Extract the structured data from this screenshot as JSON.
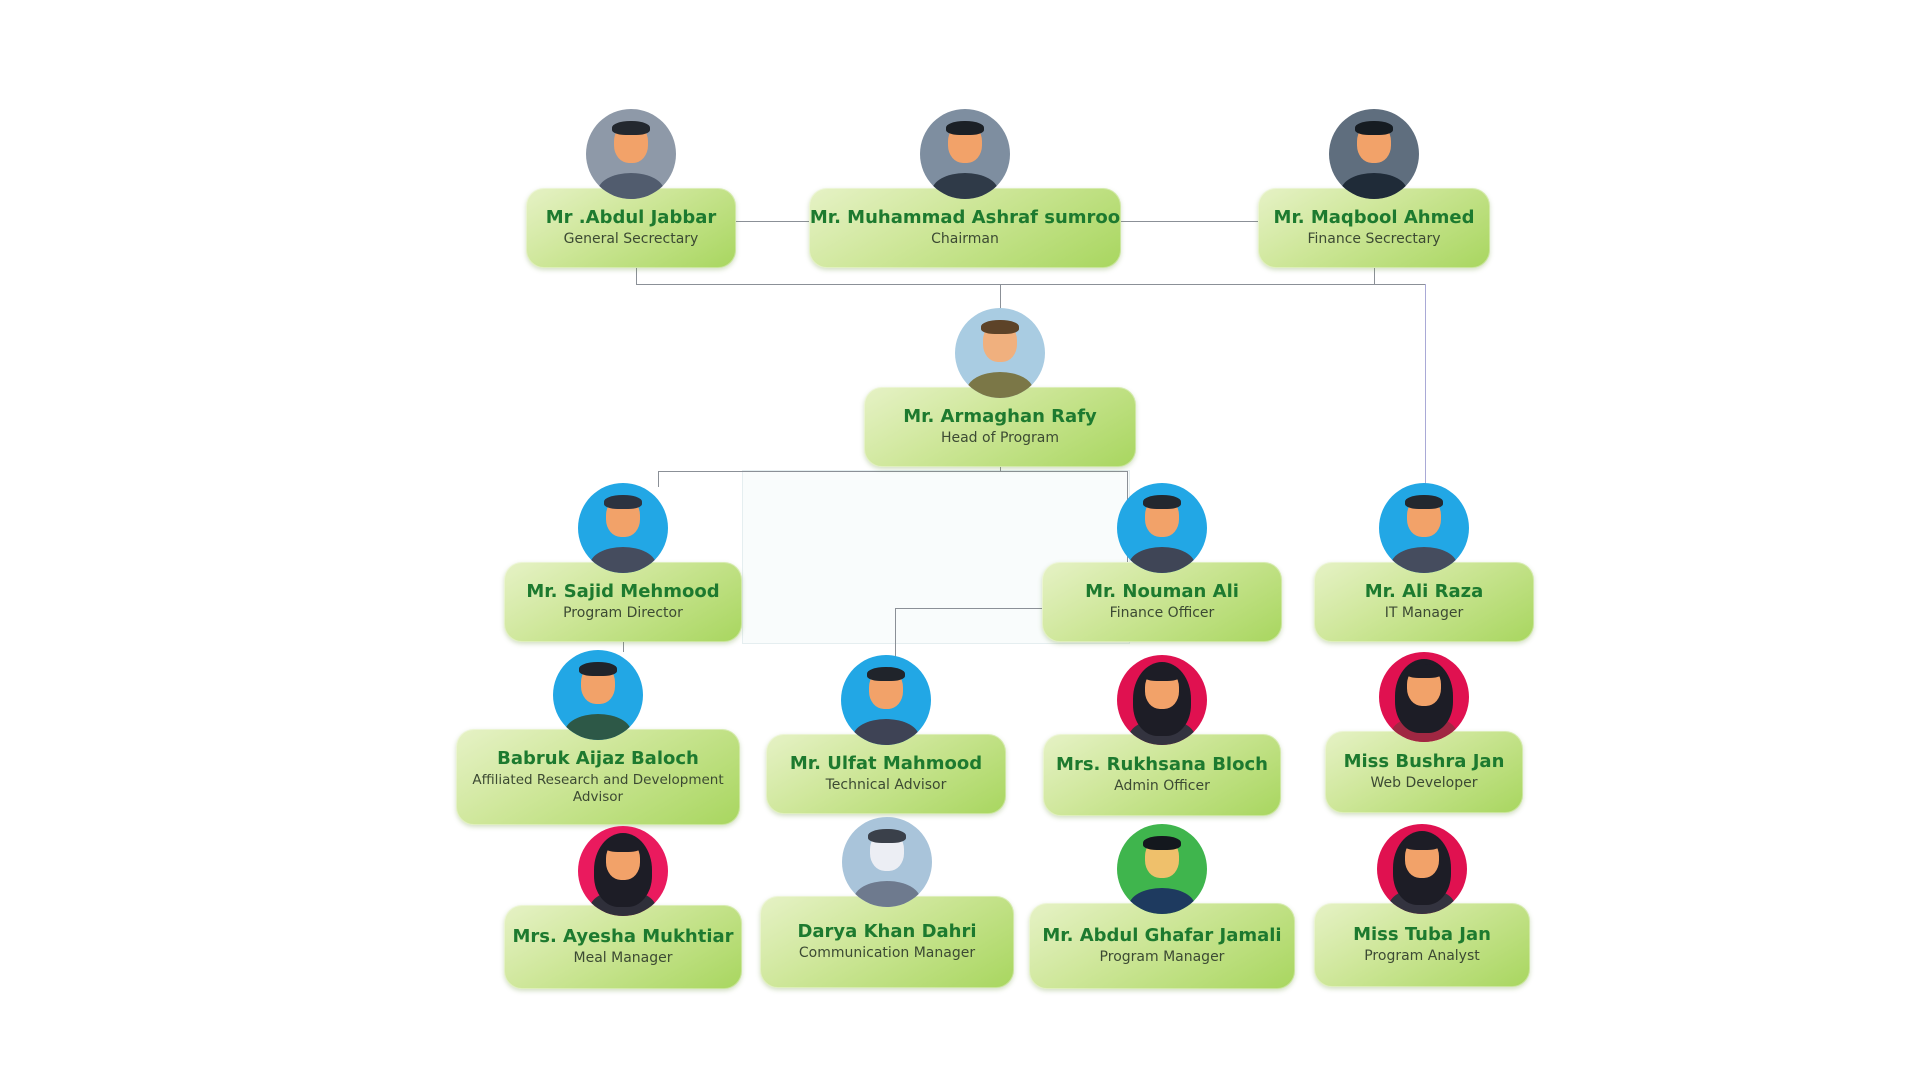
{
  "page": {
    "background": "#ffffff"
  },
  "colors": {
    "card_gradient_start": "#e6f2c6",
    "card_gradient_end": "#a8d65f",
    "name_text": "#1d7a2f",
    "role_text": "#3c4a33",
    "connector": "#8b9097",
    "connector_right_branch": "#a9a9d6"
  },
  "nodes": [
    {
      "id": "abdul-jabbar",
      "name": "Mr .Abdul Jabbar",
      "title": "General Secrectary",
      "level": 1,
      "avatar": {
        "type": "male",
        "bg": "#8e99a8",
        "skin": "#f2a269",
        "hair": "#23282f",
        "shirt": "#515c6e"
      }
    },
    {
      "id": "muhammad-ashraf-sumroo",
      "name": "Mr. Muhammad Ashraf sumroo",
      "title": "Chairman",
      "level": 1,
      "avatar": {
        "type": "male",
        "bg": "#7e8ea0",
        "skin": "#f2a269",
        "hair": "#1b2026",
        "shirt": "#2f3a48"
      }
    },
    {
      "id": "maqbool-ahmed",
      "name": "Mr. Maqbool Ahmed",
      "title": "Finance Secrectary",
      "level": 1,
      "avatar": {
        "type": "male",
        "bg": "#5f6e7e",
        "skin": "#f2a269",
        "hair": "#161c22",
        "shirt": "#1f2b38"
      }
    },
    {
      "id": "armaghan-rafy",
      "name": "Mr. Armaghan Rafy",
      "title": "Head of Program",
      "level": 2,
      "avatar": {
        "type": "male",
        "bg": "#a9cce2",
        "skin": "#f0b07e",
        "hair": "#5d4328",
        "shirt": "#7b7747"
      }
    },
    {
      "id": "sajid-mehmood",
      "name": "Mr. Sajid Mehmood",
      "title": "Program Director",
      "level": 3,
      "avatar": {
        "type": "male",
        "bg": "#22a7e5",
        "skin": "#f2a269",
        "hair": "#2c3340",
        "shirt": "#454c5e"
      }
    },
    {
      "id": "nouman-ali",
      "name": "Mr. Nouman Ali",
      "title": "Finance Officer",
      "level": 3,
      "avatar": {
        "type": "male",
        "bg": "#22a7e5",
        "skin": "#f2a269",
        "hair": "#23282f",
        "shirt": "#3f4556"
      }
    },
    {
      "id": "ali-raza",
      "name": "Mr. Ali Raza",
      "title": "IT Manager",
      "level": 3,
      "avatar": {
        "type": "male",
        "bg": "#22a7e5",
        "skin": "#f2a269",
        "hair": "#23282f",
        "shirt": "#454c5e"
      }
    },
    {
      "id": "babruk-aijaz-baloch",
      "name": "Babruk Aijaz Baloch",
      "title": "Affiliated Research and Development Advisor",
      "level": 4,
      "avatar": {
        "type": "male",
        "bg": "#22a7e5",
        "skin": "#f2a269",
        "hair": "#20242b",
        "shirt": "#2d5847"
      }
    },
    {
      "id": "ulfat-mahmood",
      "name": "Mr. Ulfat Mahmood",
      "title": "Technical Advisor",
      "level": 4,
      "avatar": {
        "type": "male",
        "bg": "#22a7e5",
        "skin": "#f2a269",
        "hair": "#20242b",
        "shirt": "#3e4355"
      }
    },
    {
      "id": "rukhsana-bloch",
      "name": "Mrs. Rukhsana Bloch",
      "title": "Admin Officer",
      "level": 4,
      "avatar": {
        "type": "female",
        "bg": "#e01150",
        "skin": "#f2a269",
        "hair": "#1d1d26",
        "shirt": "#33333f"
      }
    },
    {
      "id": "bushra-jan",
      "name": "Miss Bushra Jan",
      "title": "Web Developer",
      "level": 4,
      "avatar": {
        "type": "female",
        "bg": "#e01150",
        "skin": "#f2a269",
        "hair": "#1d1d26",
        "shirt": "#a02742"
      }
    },
    {
      "id": "ayesha-mukhtiar",
      "name": "Mrs. Ayesha Mukhtiar",
      "title": "Meal Manager",
      "level": 5,
      "avatar": {
        "type": "female",
        "bg": "#ea1a5e",
        "skin": "#f2a269",
        "hair": "#1d1d26",
        "shirt": "#2f2f3a"
      }
    },
    {
      "id": "darya-khan-dahri",
      "name": "Darya Khan Dahri",
      "title": "Communication Manager",
      "level": 5,
      "avatar": {
        "type": "male",
        "bg": "#a9c4da",
        "skin": "#eceef4",
        "hair": "#3a404a",
        "shirt": "#6e7a8e"
      }
    },
    {
      "id": "abdul-ghafar-jamali",
      "name": "Mr. Abdul Ghafar Jamali",
      "title": "Program Manager",
      "level": 5,
      "avatar": {
        "type": "male",
        "bg": "#3fb54d",
        "skin": "#efc06b",
        "hair": "#14181e",
        "shirt": "#1e3a5f"
      }
    },
    {
      "id": "tuba-jan",
      "name": "Miss Tuba Jan",
      "title": "Program Analyst",
      "level": 5,
      "avatar": {
        "type": "female",
        "bg": "#e01150",
        "skin": "#f2a269",
        "hair": "#1d1d26",
        "shirt": "#33333f"
      }
    }
  ],
  "edges": [
    {
      "from": "abdul-jabbar",
      "to": "muhammad-ashraf-sumroo"
    },
    {
      "from": "muhammad-ashraf-sumroo",
      "to": "maqbool-ahmed"
    },
    {
      "from": "top-row",
      "to": "armaghan-rafy"
    },
    {
      "from": "top-row",
      "to": "ali-raza"
    },
    {
      "from": "armaghan-rafy",
      "to": "sajid-mehmood"
    },
    {
      "from": "armaghan-rafy",
      "to": "nouman-ali"
    },
    {
      "from": "sajid-mehmood",
      "to": "babruk-aijaz-baloch"
    },
    {
      "from": "nouman-ali",
      "to": "ulfat-mahmood"
    }
  ]
}
